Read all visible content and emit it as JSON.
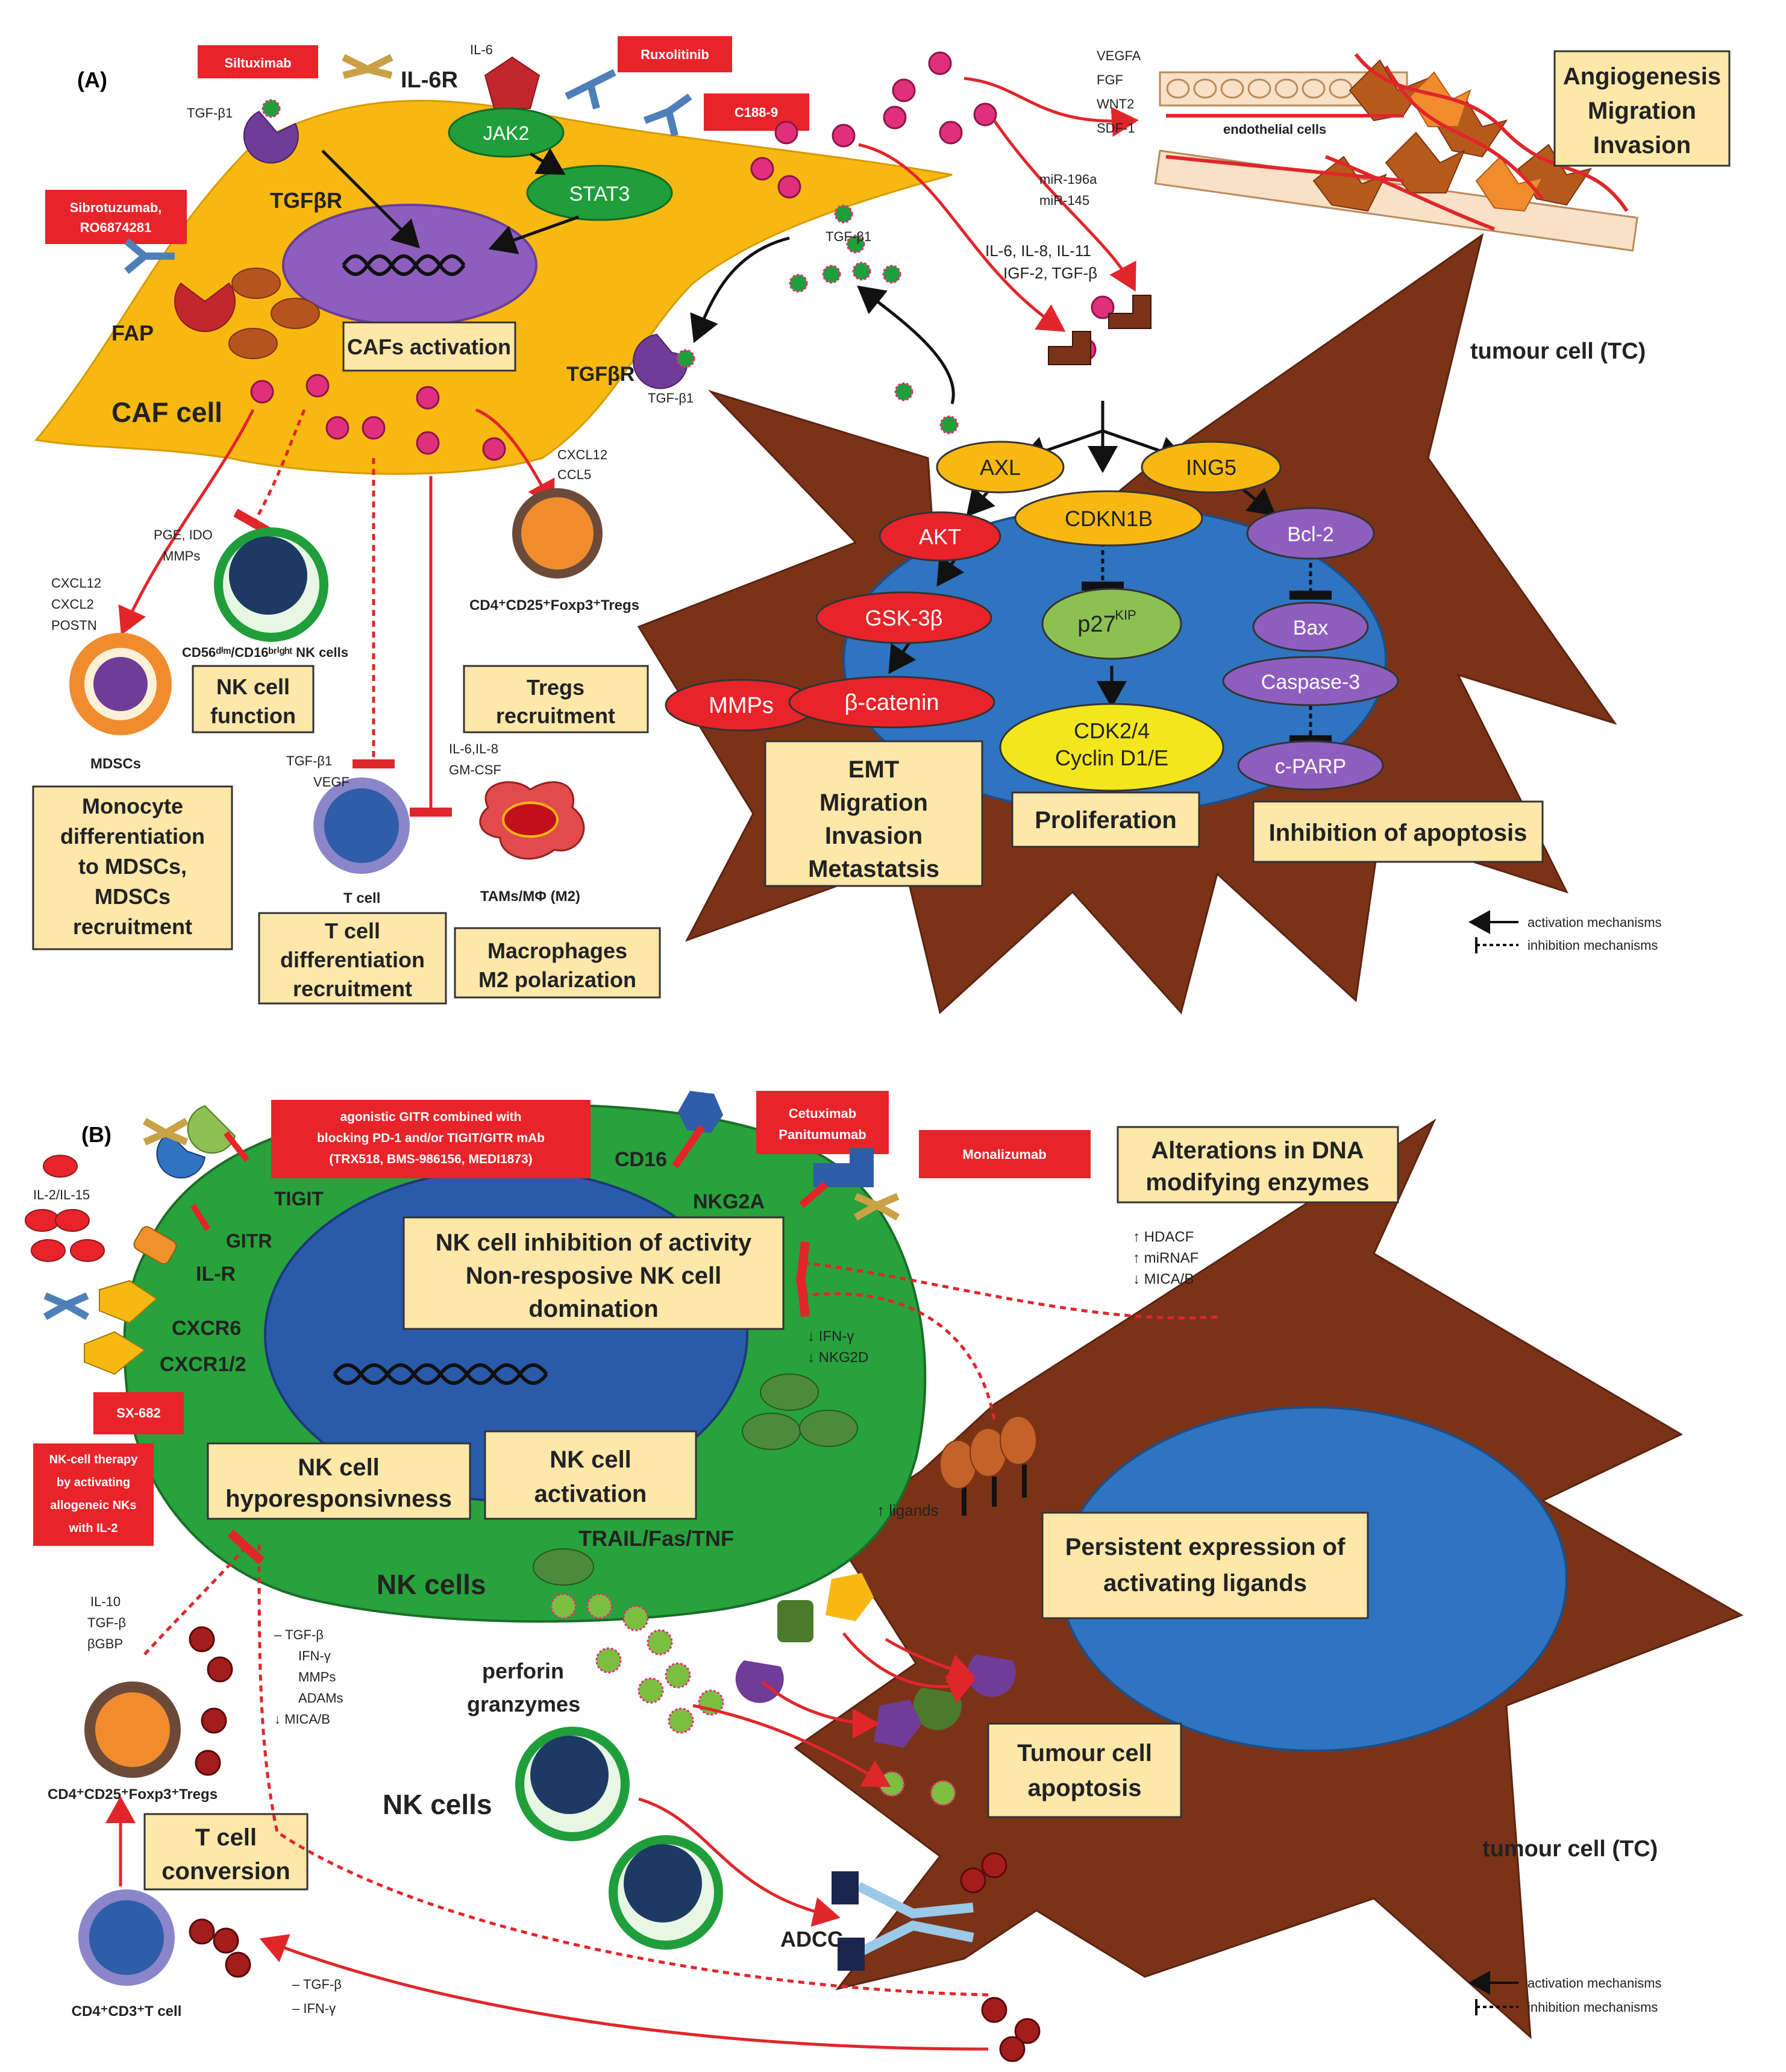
{
  "panelA": {
    "label": "(A)",
    "drugs": {
      "siltuximab": "Siltuximab",
      "ruxolitinib": "Ruxolitinib",
      "c188": "C188-9",
      "sibro1": "Sibrotuzumab,",
      "sibro2": "RO6874281"
    },
    "caf": {
      "il6r": "IL-6R",
      "il6": "IL-6",
      "tgfb1_top": "TGF-β1",
      "jak2": "JAK2",
      "stat3": "STAT3",
      "tgfbr": "TGFβR",
      "tgfbr_right": "TGFβR",
      "tgfb1_right": "TGF-β1",
      "fap": "FAP",
      "caf_cell": "CAF cell",
      "activation": "CAFs activation"
    },
    "angiogenesis": {
      "factors": [
        "VEGFA",
        "FGF",
        "WNT2",
        "SDF-1"
      ],
      "endothelial": "endothelial cells",
      "mirna": [
        "miR-196a",
        "miR-145"
      ],
      "box": [
        "Angiogenesis",
        "Migration",
        "Invasion"
      ]
    },
    "tumour": {
      "cytokines": [
        "IL-6, IL-8, IL-11",
        "IGF-2, TGF-β"
      ],
      "tgfb1": "TGF-β1",
      "label": "tumour cell (TC)",
      "axl": "AXL",
      "ing5": "ING5",
      "akt": "AKT",
      "cdkn1b": "CDKN1B",
      "bcl2": "Bcl-2",
      "gsk": "GSK-3β",
      "p27": "p27",
      "p27sup": "KIP",
      "bax": "Bax",
      "caspase": "Caspase-3",
      "mmps": "MMPs",
      "catenin": "β-catenin",
      "cdk1": "CDK2/4",
      "cdk2": "Cyclin D1/E",
      "cparp": "c-PARP",
      "emt_box": [
        "EMT",
        "Migration",
        "Invasion",
        "Metastatsis"
      ],
      "prolif_box": "Proliferation",
      "apoptosis_box": "Inhibition of apoptosis"
    },
    "immune": {
      "cxcl12_ccl5": [
        "CXCL12",
        "CCL5"
      ],
      "tregs_label": "CD4⁺CD25⁺Foxp3⁺Tregs",
      "tregs_box": [
        "Tregs",
        "recruitment"
      ],
      "pge": [
        "PGE, IDO",
        "MMPs"
      ],
      "nk_label": "CD56ᵈⁱᵐ/CD16ᵇʳⁱᵍʰᵗ NK cells",
      "nk_box": [
        "NK cell",
        "function"
      ],
      "cxcl_list": [
        "CXCL12",
        "CXCL2",
        "POSTN"
      ],
      "mdsc_label": "MDSCs",
      "mdsc_box": [
        "Monocyte",
        "differentiation",
        "to MDSCs,",
        "MDSCs",
        "recruitment"
      ],
      "tgfb_vegf": [
        "TGF-β1",
        "VEGF"
      ],
      "tcell_label": "T cell",
      "tcell_box": [
        "T cell",
        "differentiation",
        "recruitment"
      ],
      "il6_gm": [
        "IL-6,IL-8",
        "GM-CSF"
      ],
      "tam_label": "TAMs/MΦ (M2)",
      "tam_box": [
        "Macrophages",
        "M2 polarization"
      ]
    },
    "legend": {
      "activation": "activation mechanisms",
      "inhibition": "inhibition mechanisms"
    }
  },
  "panelB": {
    "label": "(B)",
    "drugs": {
      "gitr": [
        "agonistic GITR combined with",
        "blocking PD-1 and/or TIGIT/GITR mAb",
        "(TRX518, BMS-986156, MEDI1873)"
      ],
      "cetuximab": [
        "Cetuximab",
        "Panitumumab"
      ],
      "monalizumab": "Monalizumab",
      "sx682": "SX-682",
      "nktherapy": [
        "NK-cell therapy",
        "by activating",
        "allogeneic NKs",
        "with IL-2"
      ]
    },
    "receptors": {
      "il2": "IL-2/IL-15",
      "tigit": "TIGIT",
      "gitr": "GITR",
      "ilr": "IL-R",
      "cxcr6": "CXCR6",
      "cxcr12": "CXCR1/2",
      "cd16": "CD16",
      "nkg2a": "NKG2A"
    },
    "boxes": {
      "inhibition": [
        "NK cell inhibition of activity",
        "Non-resposive NK cell",
        "domination"
      ],
      "hypo": [
        "NK cell",
        "hyporesponsivness"
      ],
      "activation": [
        "NK cell",
        "activation"
      ],
      "dna": [
        "Alterations in DNA",
        "modifying enzymes"
      ],
      "persistent": [
        "Persistent expression of",
        "activating ligands"
      ],
      "apoptosis": [
        "Tumour cell",
        "apoptosis"
      ],
      "tconv": [
        "T cell",
        "conversion"
      ]
    },
    "texts": {
      "hdac": [
        "↑ HDACF",
        "↑ miRNAF",
        "↓ MICA/B"
      ],
      "ifn": [
        "↓ IFN-γ",
        "↓ NKG2D"
      ],
      "ligands": "↑ ligands",
      "trail": "TRAIL/Fas/TNF",
      "nk_cells": "NK cells",
      "perforin": [
        "perforin",
        "granzymes"
      ],
      "nk_cells2": "NK cells",
      "adcc": "ADCC",
      "tumour": "tumour cell (TC)",
      "il10": [
        "IL-10",
        "TGF-β",
        "βGBP"
      ],
      "suppress": [
        "–  TGF-β",
        "IFN-γ",
        "MMPs",
        "ADAMs",
        "↓ MICA/B"
      ],
      "tregs": "CD4⁺CD25⁺Foxp3⁺Tregs",
      "cd4": "CD4⁺CD3⁺T cell",
      "tgfb_ifn": [
        "–  TGF-β",
        "–  IFN-γ"
      ]
    },
    "legend": {
      "activation": "activation mechanisms",
      "inhibition": "inhibition mechanisms"
    }
  },
  "colors": {
    "drug_red": "#e8232a",
    "box_fill": "#fde7a9",
    "caf_orange": "#f8b812",
    "nucleus_blue": "#2f74c0",
    "tumour_brown": "#7b3318",
    "nk_green": "#27a23c",
    "arrow_red": "#e0262a"
  }
}
